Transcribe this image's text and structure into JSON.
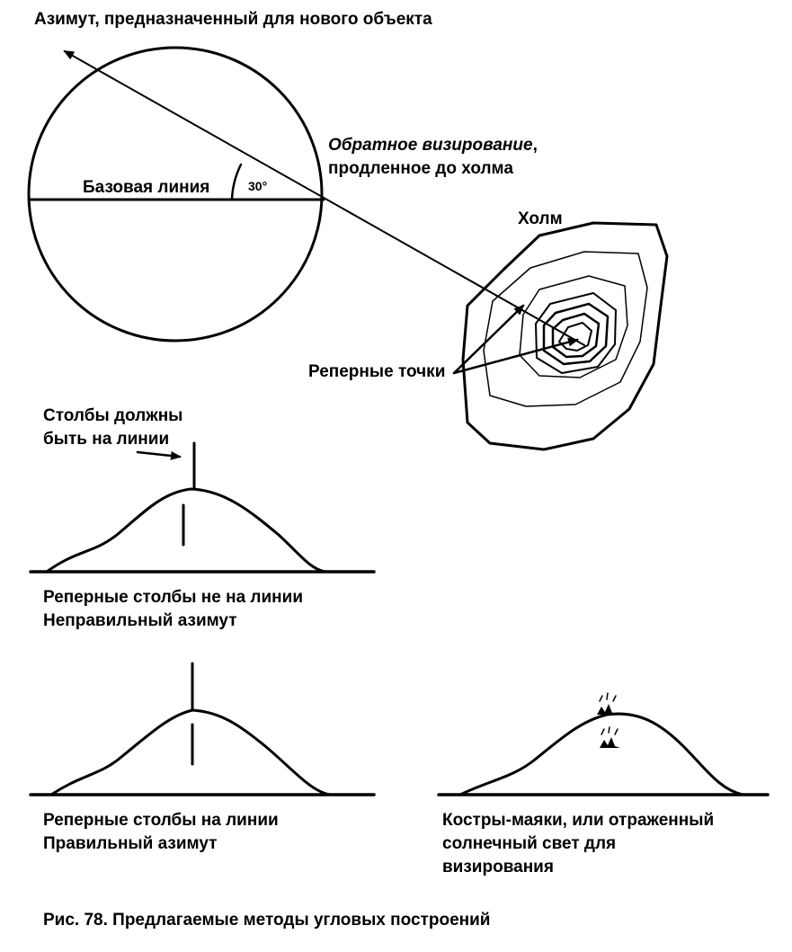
{
  "labels": {
    "azimuth_new": "Азимут, предназначенный для нового объекта",
    "backsight_line1": "Обратное визирование",
    "backsight_line1_suffix": ",",
    "backsight_line2": "продленное до холма",
    "baseline": "Базовая линия",
    "angle": "30°",
    "hill": "Холм",
    "reference_points": "Реперные точки",
    "poles_must_1": "Столбы должны",
    "poles_must_2": "быть на линии",
    "wrong_1": "Реперные столбы не на линии",
    "wrong_2": "Неправильный азимут",
    "right_1": "Реперные столбы на линии",
    "right_2": "Правильный азимут",
    "fires_1": "Костры-маяки, или отраженный",
    "fires_2": "солнечный свет для",
    "fires_3": "визирования"
  },
  "caption": {
    "prefix": "Рис. 78.",
    "text": " Предлагаемые методы угловых построений"
  }
}
